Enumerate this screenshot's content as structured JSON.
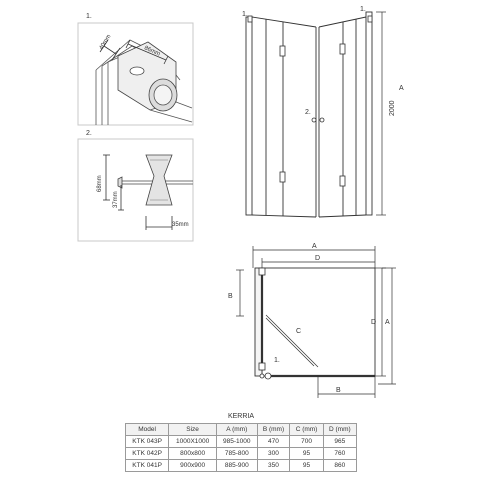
{
  "detail1": {
    "marker": "1.",
    "dim_a": "40mm",
    "dim_b": "86mm"
  },
  "detail2": {
    "marker": "2.",
    "dim_a": "68mm",
    "dim_b": "37mm",
    "dim_c": "35mm"
  },
  "elevation": {
    "marker_1a": "1.",
    "marker_1b": "1.",
    "marker_2": "2.",
    "height": "2000",
    "label_a": "A"
  },
  "plan": {
    "label_a_top": "A",
    "label_d_top": "D",
    "label_b_left": "B",
    "label_c": "C",
    "label_d_right": "D",
    "label_a_right": "A",
    "label_b_bottom": "B",
    "marker_1": "1."
  },
  "table": {
    "title": "KERRIA",
    "headers": [
      "Model",
      "Size",
      "A (mm)",
      "B (mm)",
      "C (mm)",
      "D (mm)"
    ],
    "rows": [
      [
        "KTK 043P",
        "1000X1000",
        "985-1000",
        "470",
        "700",
        "965"
      ],
      [
        "KTK 042P",
        "800x800",
        "785-800",
        "300",
        "95",
        "760"
      ],
      [
        "KTK 041P",
        "900x900",
        "885-900",
        "350",
        "95",
        "860"
      ]
    ]
  },
  "colors": {
    "line": "#333333",
    "light": "#9a9a9a",
    "detail_border": "#c8c8c8"
  }
}
